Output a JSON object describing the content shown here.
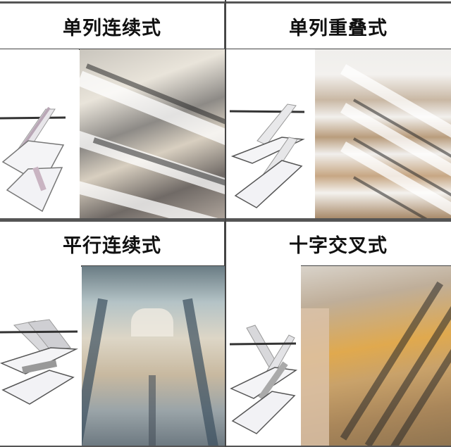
{
  "panels": [
    {
      "id": "single-continuous",
      "title": "单列连续式",
      "diagram_icon": "single-continuous-escalator-diagram",
      "photo_desc": "mall-atrium-single-continuous-escalators-photo"
    },
    {
      "id": "single-overlapping",
      "title": "单列重叠式",
      "diagram_icon": "single-overlapping-escalator-diagram",
      "photo_desc": "mall-atrium-single-overlapping-escalators-photo"
    },
    {
      "id": "parallel-continuous",
      "title": "平行连续式",
      "diagram_icon": "parallel-continuous-escalator-diagram",
      "photo_desc": "mall-atrium-parallel-escalators-photo"
    },
    {
      "id": "crisscross",
      "title": "十字交叉式",
      "diagram_icon": "crisscross-escalator-diagram",
      "photo_desc": "mall-atrium-crisscross-escalators-photo"
    }
  ],
  "colors": {
    "border": "#444444",
    "title_text": "#111111",
    "background": "#ffffff"
  }
}
